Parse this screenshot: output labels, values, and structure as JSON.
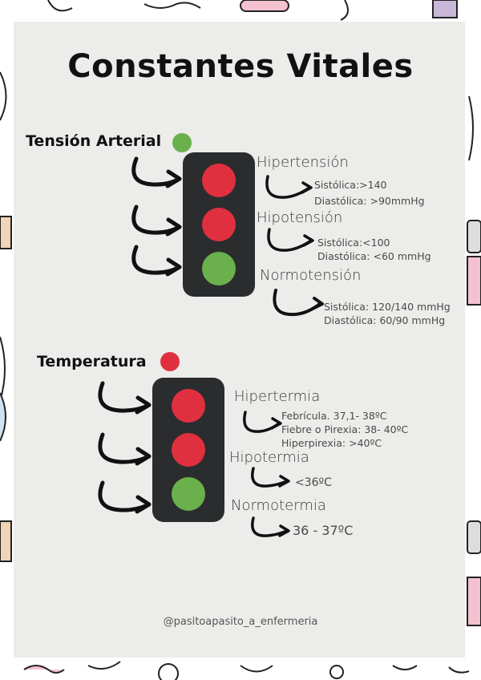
{
  "title": "Constantes Vitales",
  "colors": {
    "red": "#e03040",
    "green": "#6ab04c",
    "dark": "#2b2c2e",
    "card": "#ececea"
  },
  "tension": {
    "heading": "Tensión Arterial",
    "indicator_color": "green",
    "hipertension": {
      "label": "Hipertensión",
      "lines": [
        "Sistólica:>140",
        "Diastólica: >90mmHg"
      ]
    },
    "hipotension": {
      "label": "Hipotensión",
      "lines": [
        "Sistólica:<100",
        "Diastólica: <60 mmHg"
      ]
    },
    "normotension": {
      "label": "Normotensión",
      "lines": [
        "Sistólica: 120/140 mmHg",
        "Diastólica: 60/90 mmHg"
      ]
    }
  },
  "temperatura": {
    "heading": "Temperatura",
    "indicator_color": "red",
    "hipertermia": {
      "label": "Hipertermia",
      "lines": [
        "Febrícula. 37,1-  38ºC",
        "Fiebre o Pirexia: 38- 40ºC",
        "Hiperpirexia: >40ºC"
      ]
    },
    "hipotermia": {
      "label": "Hipotermia",
      "lines": [
        "<36ºC"
      ]
    },
    "normotermia": {
      "label": "Normotermia",
      "lines": [
        "36 - 37ºC"
      ]
    }
  },
  "footer": "@pasitoapasito_a_enfermeria"
}
